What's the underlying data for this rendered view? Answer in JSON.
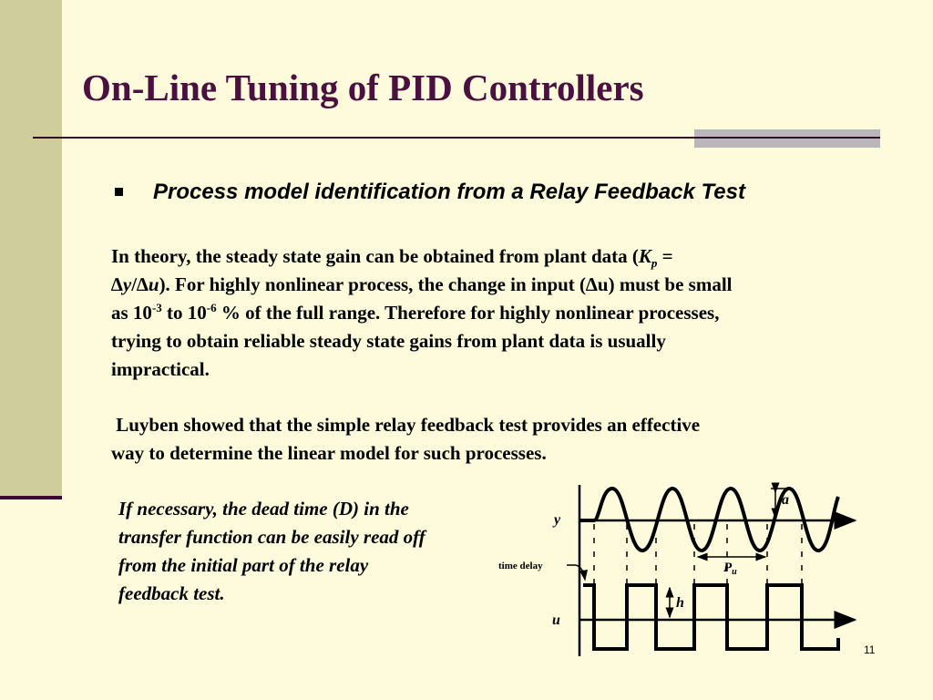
{
  "slide": {
    "title": "On-Line Tuning of PID Controllers",
    "bullet": "Process model identification from a Relay Feedback Test",
    "para1": {
      "l1_a": "In theory, the steady state gain can be obtained from plant data (",
      "l1_k": "K",
      "l1_p": "p",
      "l1_b": " =",
      "l2_d1": "∆",
      "l2_y": "y",
      "l2_slash": "/∆",
      "l2_u": "u",
      "l2_rest": "). For highly nonlinear process, the change in input (∆u) must be small",
      "l3_a": "as 10",
      "l3_e1": "-3",
      "l3_b": " to 10",
      "l3_e2": "-6",
      "l3_c": " % of the full range. Therefore for highly nonlinear processes,",
      "l4": "trying to obtain reliable steady state gains from plant data is usually",
      "l5": "impractical."
    },
    "para2": {
      "l1": " Luyben showed that the simple relay feedback test provides an effective",
      "l2": "way to determine the linear model for such processes."
    },
    "note": {
      "l1": "If necessary, the dead time (D) in the",
      "l2": "transfer function can be easily read off",
      "l3": "from the initial part of the relay",
      "l4": "feedback test."
    },
    "figure": {
      "label_y": "y",
      "label_u": "u",
      "label_a": "a",
      "label_h": "h",
      "label_pu": "P",
      "label_pu_sub": "u",
      "label_time_delay": "time delay"
    },
    "page_number": "11"
  },
  "colors": {
    "background": "#fdfbdc",
    "left_band": "#d0cd9c",
    "title": "#4a1040",
    "rule": "#3d0a33",
    "accent": "#b9b7ba"
  }
}
